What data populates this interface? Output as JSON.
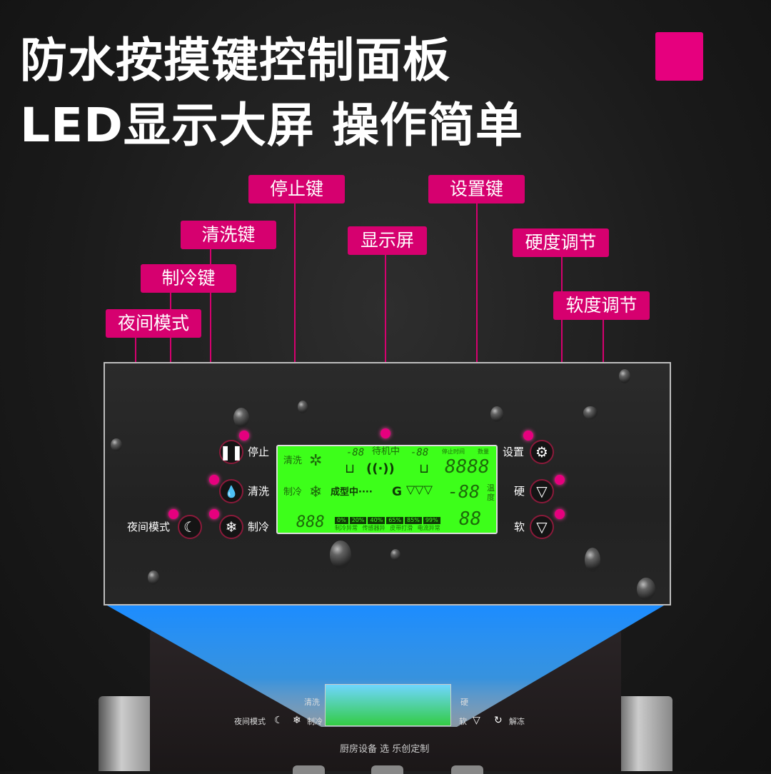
{
  "headline": {
    "line1": "防水按摸键控制面板",
    "line2": "LED显示大屏 操作简单"
  },
  "accent_color": "#e6007e",
  "callouts": {
    "stop": "停止键",
    "settings": "设置键",
    "clean": "清洗键",
    "display": "显示屏",
    "hardness": "硬度调节",
    "cooling": "制冷键",
    "softness": "软度调节",
    "night": "夜间模式"
  },
  "panel": {
    "buttons": {
      "stop": {
        "label": "停止",
        "icon": "pause-icon"
      },
      "clean": {
        "label": "清洗",
        "icon": "drops-icon"
      },
      "cool": {
        "label": "制冷",
        "icon": "snowflake-icon"
      },
      "night": {
        "label": "夜间模式",
        "icon": "moon-icon"
      },
      "settings": {
        "label": "设置",
        "icon": "gear-icon"
      },
      "hard": {
        "label": "硬",
        "icon": "ice-cream-icon"
      },
      "soft": {
        "label": "软",
        "icon": "ice-cream-icon"
      }
    },
    "lcd": {
      "clean": "清洗",
      "cool": "制冷",
      "standby": "待机中",
      "forming": "成型中····",
      "g": "G",
      "seg_left": "-88",
      "seg_right": "-88",
      "seg_big": "8888",
      "seg_temp": "-88",
      "seg_small": "88",
      "seg_bottom": "888",
      "temp_label": "温度",
      "percents": [
        "0%",
        "20%",
        "40%",
        "65%",
        "85%",
        "99%"
      ],
      "status": [
        "制冷异常",
        "传感器异",
        "皮带打滑",
        "电流异常"
      ],
      "top_right_a": "停止时间",
      "top_right_b": "数量"
    }
  },
  "machine": {
    "night": "夜间模式",
    "cool": "制冷",
    "clean": "清洗",
    "hard": "硬",
    "soft": "软",
    "thaw": "解冻",
    "slogan": "厨房设备 选 乐创定制"
  }
}
